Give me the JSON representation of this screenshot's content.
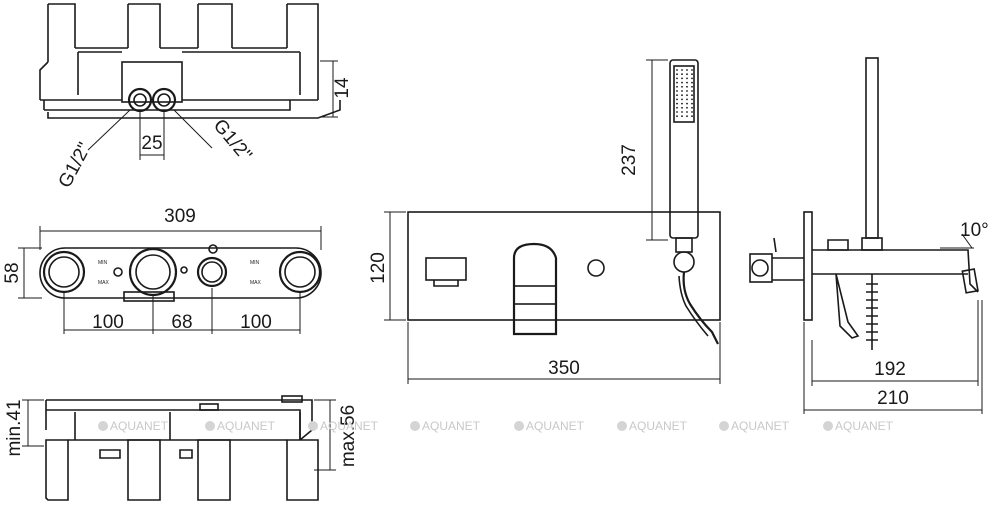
{
  "dimensions": {
    "top_view": {
      "height": "14",
      "spacing": "25",
      "thread_left": "G1/2\"",
      "thread_right": "G1/2\""
    },
    "front_body": {
      "width": "309",
      "height": "58",
      "span_left": "100",
      "span_mid": "68",
      "span_right": "100"
    },
    "side_body": {
      "min_depth": "min.41",
      "max_depth": "max.56"
    },
    "panel": {
      "width": "350",
      "height": "120",
      "shower_length": "237"
    },
    "profile": {
      "spout_reach": "192",
      "total_depth": "210",
      "angle": "10°"
    }
  },
  "marks": {
    "min": "MIN",
    "max": "MAX"
  },
  "watermark": {
    "brand": "AQUANET"
  }
}
